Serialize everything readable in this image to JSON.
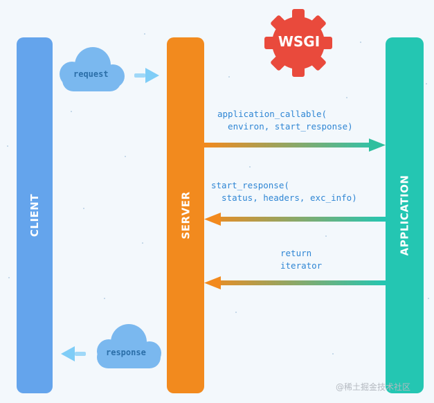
{
  "title": "WSGI",
  "lanes": {
    "client": "CLIENT",
    "server": "SERVER",
    "application": "APPLICATION"
  },
  "clouds": {
    "request": "request",
    "response": "response"
  },
  "messages": [
    {
      "line1": "application_callable(",
      "line2": "  environ, start_response)"
    },
    {
      "line1": "start_response(",
      "line2": "  status, headers, exc_info)"
    },
    {
      "line1": "return",
      "line2": "iterator"
    }
  ],
  "watermark": "@稀土掘金技术社区",
  "colors": {
    "client": "#64a4ec",
    "server": "#f28a1e",
    "application": "#24c6b2",
    "gear": "#e94a3c",
    "code_text": "#2f86d4",
    "cloud": "#7ab8ef"
  },
  "icons": [
    "gear-icon",
    "cloud-icon",
    "arrow-right-icon",
    "arrow-left-icon"
  ]
}
